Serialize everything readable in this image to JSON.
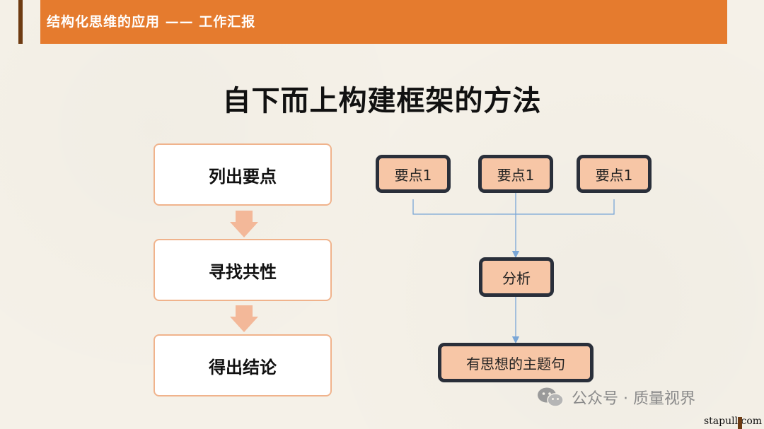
{
  "header": {
    "title": "结构化思维的应用 —— 工作汇报"
  },
  "slide": {
    "title": "自下而上构建框架的方法"
  },
  "steps": [
    {
      "label": "列出要点"
    },
    {
      "label": "寻找共性"
    },
    {
      "label": "得出结论"
    }
  ],
  "diagram": {
    "points": [
      {
        "label": "要点1"
      },
      {
        "label": "要点1"
      },
      {
        "label": "要点1"
      }
    ],
    "analysis": {
      "label": "分析"
    },
    "topic": {
      "label": "有思想的主题句"
    }
  },
  "watermark": {
    "icon": "wechat-icon",
    "text": "公众号 · 质量视界"
  },
  "site_mark": {
    "text": "stapull.com"
  },
  "colors": {
    "header_band": "#e57b2e",
    "accent_bar": "#6e3b12",
    "step_border": "#f0b38c",
    "arrow_fill": "#f3b899",
    "node_fill": "#f7c6a6",
    "node_border": "#2a2f3a",
    "connector": "#7aa6d6"
  }
}
